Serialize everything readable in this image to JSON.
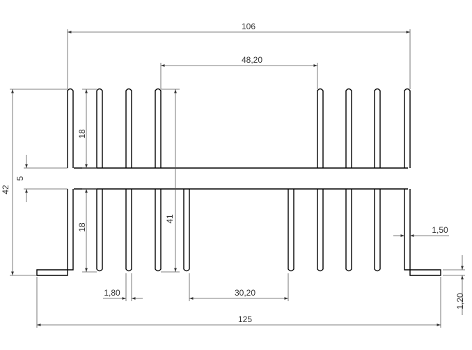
{
  "drawing": {
    "dimensions": {
      "overall_top_width": "106",
      "top_gap_width": "48,20",
      "bottom_gap_width": "30,20",
      "base_width": "125",
      "total_height": "42",
      "upper_fin_height": "18",
      "lower_fin_height": "18",
      "web_thickness": "5",
      "bottom_fin_height": "41",
      "fin_thickness": "1,80",
      "side_thickness": "1,50",
      "flange_thickness": "1,20"
    }
  }
}
